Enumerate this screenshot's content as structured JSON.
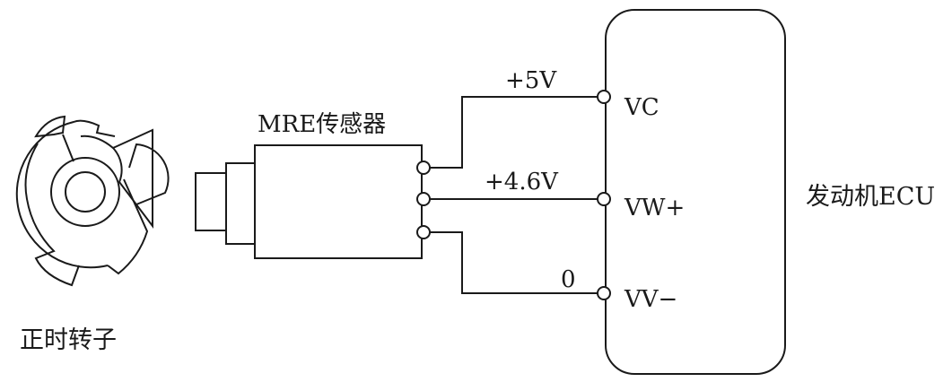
{
  "diagram": {
    "rotor_label": "正时转子",
    "sensor_label": "MRE传感器",
    "ecu_label": "发动机ECU",
    "signals": [
      {
        "voltage": "+5V",
        "pin": "VC"
      },
      {
        "voltage": "+4.6V",
        "pin": "VW+"
      },
      {
        "voltage": "0",
        "pin": "VV−"
      }
    ]
  }
}
